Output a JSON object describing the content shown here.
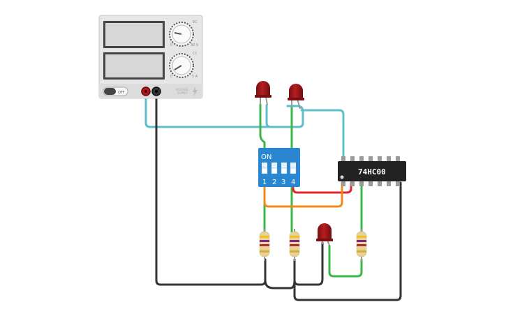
{
  "power_supply": {
    "switch_label": "OFF",
    "dial1_mark": "5C",
    "dial1_min": "0",
    "dial1_max": "30 V",
    "dial2_mark": "CC",
    "dial2_min": "0",
    "dial2_max": "5 A",
    "brand_line1": "VOLTAGE",
    "brand_line2": "SUPPLY"
  },
  "dip_switch": {
    "on_label": "ON",
    "positions": [
      "1",
      "2",
      "3",
      "4"
    ]
  },
  "ic": {
    "label": "74HC00"
  },
  "colors": {
    "wire_cyan": "#5ebfc9",
    "wire_green": "#3bb44a",
    "wire_red": "#e0262a",
    "wire_orange": "#ef8a1a",
    "wire_black": "#333333",
    "led_red": "#9a1517",
    "dip_blue": "#2a86d0",
    "ic_black": "#222222"
  }
}
